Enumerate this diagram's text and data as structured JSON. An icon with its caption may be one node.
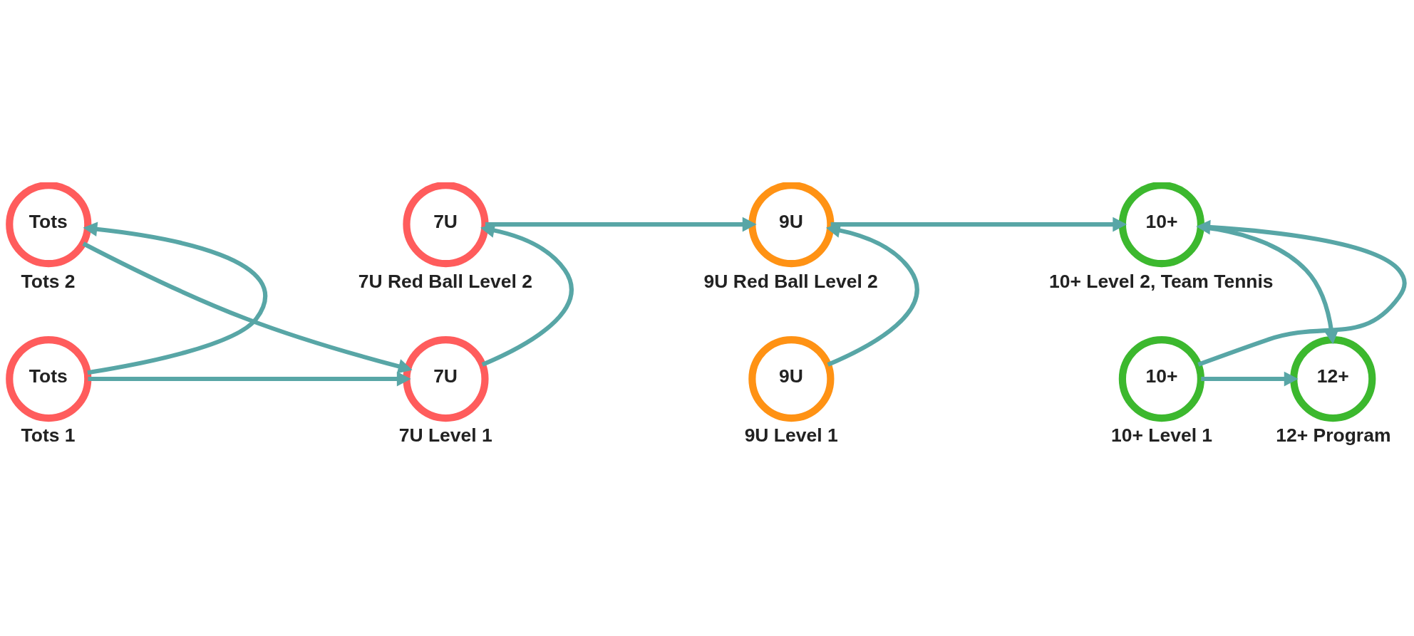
{
  "diagram": {
    "nodes": [
      {
        "text": [
          "Tots"
        ],
        "beside": [
          "Tots 2"
        ]
      },
      {
        "text": [
          "7U"
        ],
        "beside": [
          "7U Red Ball Level 2"
        ]
      },
      {
        "text": [
          "9U"
        ],
        "beside": [
          "9U Red Ball Level 2"
        ]
      },
      {
        "text": [
          "10+"
        ],
        "beside": [
          "10+ Level 2, Team Tennis"
        ]
      },
      {
        "text": [
          "Tots"
        ],
        "beside": [
          "Tots 1"
        ]
      },
      {
        "text": [
          "7U"
        ],
        "beside": [
          "7U Level 1"
        ]
      },
      {
        "text": [
          "9U"
        ],
        "beside": [
          "9U Level 1"
        ]
      },
      {
        "text": [
          "10+"
        ],
        "beside": [
          "10+ Level 1"
        ]
      },
      {
        "text": [
          "12+"
        ],
        "beside": [
          "12+ Program"
        ]
      }
    ],
    "edges": [
      {
        "from": 4,
        "to": 0,
        "arrow": "to"
      },
      {
        "from": 0,
        "to": 5,
        "arrow": "to"
      },
      {
        "from": 4,
        "to": 5,
        "arrow": "to"
      },
      {
        "from": 5,
        "to": 1,
        "arrow": "to"
      },
      {
        "from": 1,
        "to": 2,
        "arrow": "to"
      },
      {
        "from": 2,
        "to": 3,
        "arrow": "to"
      },
      {
        "from": 6,
        "to": 2,
        "arrow": "to"
      },
      {
        "from": 7,
        "to": 3,
        "arrow": "to"
      },
      {
        "from": 7,
        "to": 8,
        "arrow": "to"
      },
      {
        "from": 3,
        "to": 8,
        "arrow": "to"
      }
    ]
  }
}
